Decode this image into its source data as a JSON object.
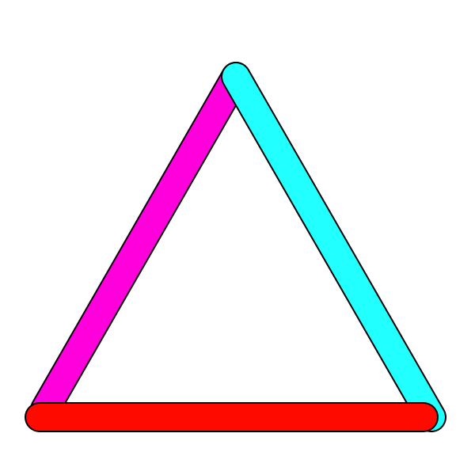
{
  "diagram": {
    "background_color": "#ffffff",
    "outline_color": "#000000",
    "sticks": [
      {
        "id": "left",
        "color": "#ff00dd"
      },
      {
        "id": "right",
        "color": "#22ffff"
      },
      {
        "id": "bottom",
        "color": "#ff0a00"
      }
    ]
  }
}
